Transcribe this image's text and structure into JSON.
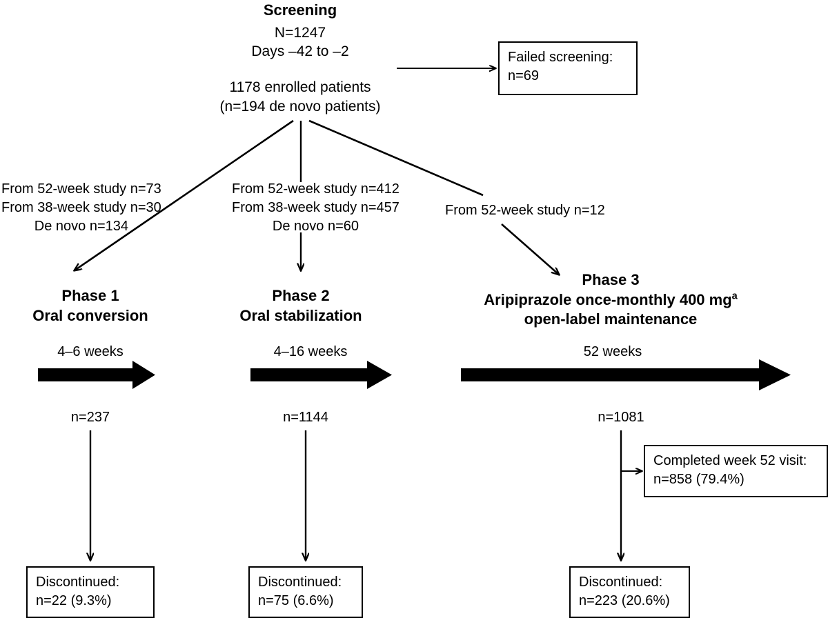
{
  "diagram": {
    "title": "Screening",
    "screening": {
      "heading": "Screening",
      "n_line": "N=1247",
      "days_line": "Days –42 to –2"
    },
    "enrolled": {
      "line1": "1178 enrolled patients",
      "line2": "(n=194 de novo patients)"
    },
    "failed_screening": {
      "line1": "Failed screening:",
      "line2": "n=69"
    },
    "branches": [
      {
        "id": "phase1-source",
        "line1": "From 52-week study n=73",
        "line2": "From 38-week study n=30",
        "line3": "De novo n=134"
      },
      {
        "id": "phase2-source",
        "line1": "From 52-week study n=412",
        "line2": "From 38-week study n=457",
        "line3": "De novo n=60"
      },
      {
        "id": "phase3-source",
        "line1": "From 52-week study n=12"
      }
    ],
    "phases": [
      {
        "id": "phase-1",
        "name": "Phase 1",
        "descriptor": "Oral conversion",
        "duration": "4–6 weeks",
        "n_label": "n=237",
        "discontinued_line1": "Discontinued:",
        "discontinued_line2": "n=22 (9.3%)"
      },
      {
        "id": "phase-2",
        "name": "Phase 2",
        "descriptor": "Oral stabilization",
        "duration": "4–16 weeks",
        "n_label": "n=1144",
        "discontinued_line1": "Discontinued:",
        "discontinued_line2": "n=75 (6.6%)"
      },
      {
        "id": "phase-3",
        "name": "Phase 3",
        "descriptor_line1": "Aripiprazole once-monthly 400 mg",
        "descriptor_superscript": "a",
        "descriptor_line2": "open-label maintenance",
        "duration": "52 weeks",
        "n_label": "n=1081",
        "discontinued_line1": "Discontinued:",
        "discontinued_line2": "n=223 (20.6%)"
      }
    ],
    "completed": {
      "line1": "Completed week 52 visit:",
      "line2": "n=858 (79.4%)"
    },
    "colors": {
      "stroke": "#000000",
      "background": "#ffffff"
    }
  }
}
